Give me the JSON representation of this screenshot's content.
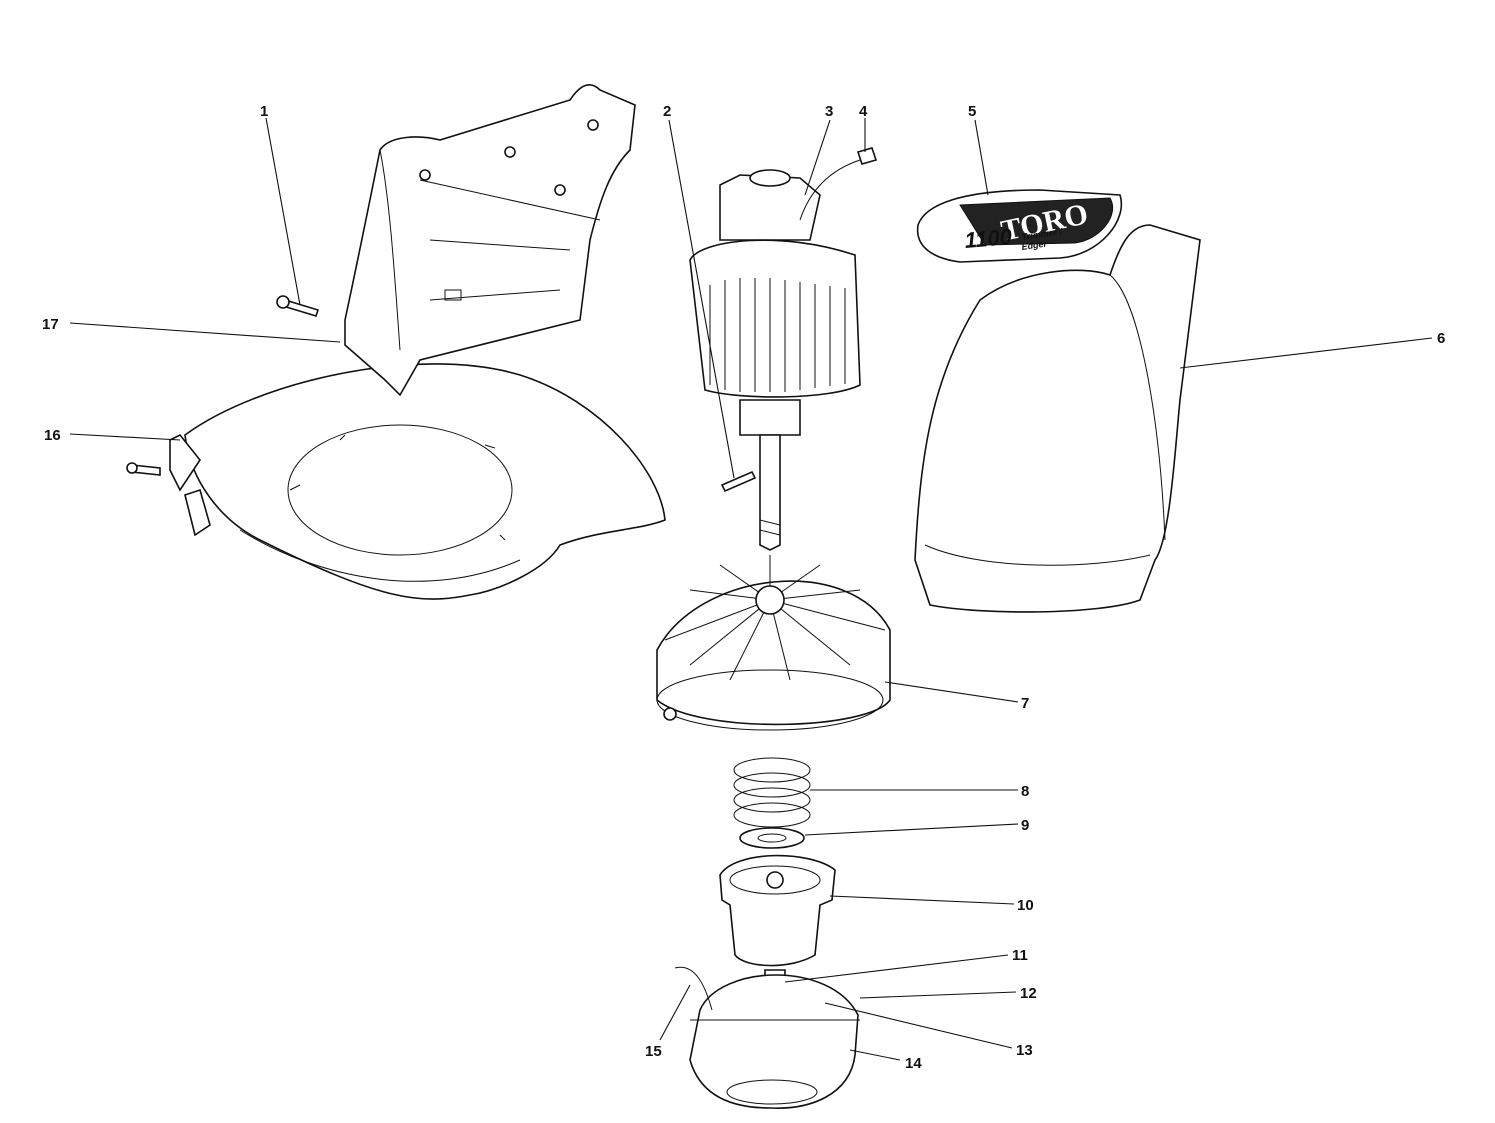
{
  "diagram": {
    "callouts": [
      "1",
      "2",
      "3",
      "4",
      "5",
      "6",
      "7",
      "8",
      "9",
      "10",
      "11",
      "12",
      "13",
      "14",
      "15",
      "16",
      "17"
    ],
    "decal": {
      "brand": "TORO",
      "model": "1100",
      "product_line1": "Trimmer /",
      "product_line2": "Edger"
    }
  }
}
